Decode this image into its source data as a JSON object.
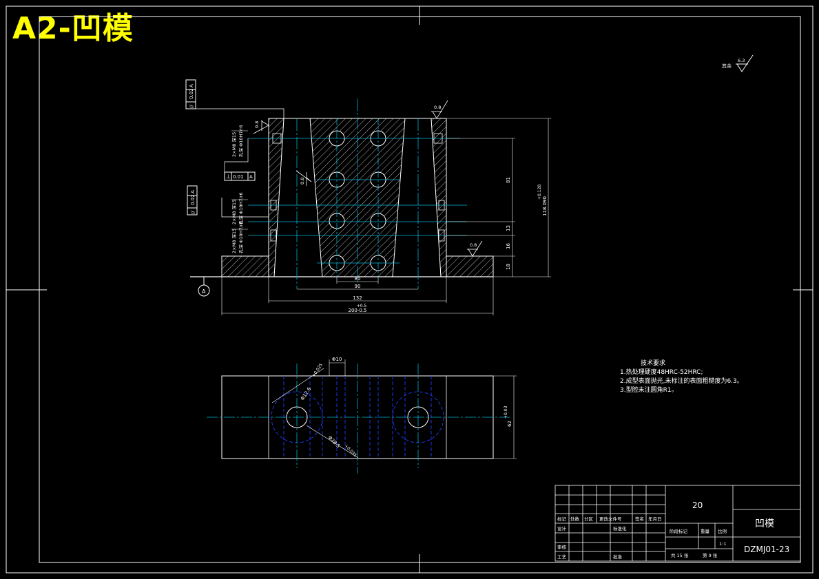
{
  "sheet": {
    "banner": "A2-凹模",
    "roughness_other": {
      "label": "其余",
      "value": "6.3"
    },
    "colors": {
      "background": "#000000",
      "lines": "#ffffff",
      "center": "#00b4d8",
      "hidden": "#1f3cff",
      "banner": "#ffff00"
    }
  },
  "front_view": {
    "gdt": {
      "top": {
        "symbol": "//",
        "value": "0.02",
        "datum": "A"
      },
      "mid": {
        "symbol": "⊥",
        "value": "0.01",
        "datum": "A"
      },
      "low": {
        "symbol": "//",
        "value": "0.02",
        "datum": "A"
      }
    },
    "datum_label": "A",
    "roughness": {
      "top_right": "0.8",
      "bottom_right": "0.8",
      "left_top": "0.8",
      "inner": "0.8"
    },
    "hole_notes": [
      "2×M8 深15",
      "孔深 Φ10H7/r6",
      "2×M8 深15",
      "孔深 Φ10H7/r6",
      "2×M8 深15",
      "孔深 Φ10H7/r6"
    ],
    "dims": {
      "d80": "80",
      "d90": "90",
      "d132": "132",
      "d200_tol": "+0.5",
      "d200": "200-0.5",
      "v81": "81",
      "v13": "13",
      "v16": "16",
      "v18": "18",
      "v118": "118.090",
      "v118_tol": "+0.128"
    }
  },
  "top_view": {
    "dims": {
      "hole_small": "Φ10",
      "dia_pin": "Φ12.6",
      "dia_pin_tol": "+0.025",
      "dia_big": "Φ28.5",
      "dia_big_tol": "+0.035",
      "width": "62",
      "width_tol": "+0.03"
    }
  },
  "tech_requirements": {
    "title": "技术要求",
    "items": [
      "1.热处理硬度48HRC-52HRC;",
      "2.成型表面抛光,未标注的表面粗糙度为6.3。",
      "3.型腔未注圆角R1。"
    ]
  },
  "title_block": {
    "row_labels": {
      "mark": "标记",
      "count": "处数",
      "zone": "分区",
      "doc": "更改文件号",
      "sign": "签名",
      "date": "年月日",
      "design": "设计",
      "std": "标准化",
      "review": "审核",
      "process": "工艺",
      "approve": "批准"
    },
    "material": "20",
    "stage_label": "阶段标记",
    "weight_label": "重量",
    "scale_label": "比例",
    "scale": "1:1",
    "sheets_total": "共 15 张",
    "sheet_no": "第 9 张",
    "part_name": "凹模",
    "drawing_no": "DZMJ01-23"
  }
}
